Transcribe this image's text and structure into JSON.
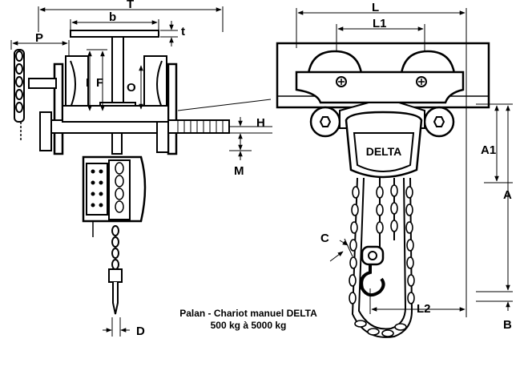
{
  "caption": {
    "line1": "Palan - Chariot manuel DELTA",
    "line2": "500 kg à 5000 kg"
  },
  "brand_label": "DELTA",
  "dimensions": {
    "T": "T",
    "b": "b",
    "t": "t",
    "P": "P",
    "I": "I",
    "F": "F",
    "O": "O",
    "H": "H",
    "M": "M",
    "D": "D",
    "L": "L",
    "L1": "L1",
    "A1": "A1",
    "A": "A",
    "C": "C",
    "L2": "L2",
    "B": "B"
  }
}
